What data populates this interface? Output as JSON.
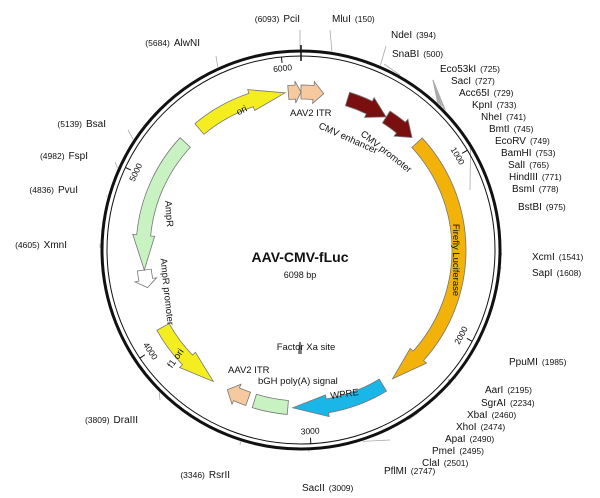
{
  "plasmid": {
    "name": "AAV-CMV-fLuc",
    "size_label": "6098 bp",
    "length": 6098
  },
  "colors": {
    "backbone": "#111111",
    "leader": "#aaaaaa"
  },
  "ticks": [
    {
      "pos": 6000,
      "label": "6000"
    },
    {
      "pos": 1000,
      "label": "1000"
    },
    {
      "pos": 2000,
      "label": "2000"
    },
    {
      "pos": 3000,
      "label": "3000"
    },
    {
      "pos": 4000,
      "label": "4000"
    },
    {
      "pos": 5000,
      "label": "5000"
    }
  ],
  "features": [
    {
      "name": "CMV enhancer",
      "label": "CMV enhancer",
      "start": 290,
      "end": 552,
      "direction": 1,
      "ring": 0,
      "shape": "arrow",
      "color": "#7a0f0f"
    },
    {
      "name": "CMV promoter",
      "label": "CMV promoter",
      "start": 553,
      "end": 756,
      "direction": 1,
      "ring": 0,
      "shape": "arrow",
      "color": "#7a0f0f"
    },
    {
      "name": "Firefly Luciferase",
      "label": "Firefly Luciferase",
      "start": 800,
      "end": 2450,
      "direction": 1,
      "ring": 0,
      "shape": "arrow",
      "color": "#f3b20a"
    },
    {
      "name": "WPRE",
      "label": "WPRE",
      "start": 2520,
      "end": 3100,
      "direction": 1,
      "ring": 0,
      "shape": "arrow",
      "color": "#1bb6e8"
    },
    {
      "name": "bGH poly(A) signal",
      "label": "bGH poly(A) signal",
      "start": 3130,
      "end": 3340,
      "direction": 1,
      "ring": 0,
      "shape": "box",
      "color": "#c9f2c2"
    },
    {
      "name": "AAV2 ITR right",
      "label": "AAV2 ITR",
      "start": 3380,
      "end": 3520,
      "direction": 1,
      "ring": 0,
      "shape": "arrow",
      "color": "#f7c99f"
    },
    {
      "name": "f1 ori",
      "label": "f1 ori",
      "start": 3620,
      "end": 4080,
      "direction": -1,
      "ring": 0,
      "shape": "arrow",
      "color": "#f4ee21"
    },
    {
      "name": "AmpR promoter",
      "label": "AmpR promoter",
      "start": 4340,
      "end": 4450,
      "direction": -1,
      "ring": 0,
      "shape": "arrow",
      "color": "#ffffff"
    },
    {
      "name": "AmpR",
      "label": "AmpR",
      "start": 4450,
      "end": 5300,
      "direction": -1,
      "ring": 0,
      "shape": "arrow",
      "color": "#c9f2c2"
    },
    {
      "name": "ori",
      "label": "ori",
      "start": 5420,
      "end": 6000,
      "direction": 1,
      "ring": 0,
      "shape": "arrow",
      "color": "#f4ee21"
    },
    {
      "name": "AAV2 ITR left",
      "label": "AAV2 ITR",
      "start": 6020,
      "end": 6098,
      "direction": 1,
      "ring": 0,
      "shape": "arrow",
      "color": "#f7c99f"
    },
    {
      "name": "AAV2 ITR left part 2",
      "label": "",
      "start": 0,
      "end": 140,
      "direction": 1,
      "ring": 0,
      "shape": "arrow",
      "color": "#f7c99f"
    }
  ],
  "feature_labels": [
    {
      "text": "AAV2 ITR",
      "feature": "AAV2 ITR left"
    },
    {
      "text": "CMV enhancer",
      "feature": "CMV enhancer"
    },
    {
      "text": "CMV promoter",
      "feature": "CMV promoter"
    },
    {
      "text": "Firefly Luciferase",
      "feature": "Firefly Luciferase"
    },
    {
      "text": "WPRE",
      "feature": "WPRE"
    },
    {
      "text": "bGH poly(A) signal",
      "feature": "bGH poly(A) signal"
    },
    {
      "text": "AAV2 ITR",
      "feature": "AAV2 ITR right"
    },
    {
      "text": "f1 ori",
      "feature": "f1 ori"
    },
    {
      "text": "AmpR promoter",
      "feature": "AmpR promoter"
    },
    {
      "text": "AmpR",
      "feature": "AmpR"
    },
    {
      "text": "ori",
      "feature": "ori"
    },
    {
      "text": "Factor Xa site",
      "feature": "Factor Xa site"
    }
  ],
  "sites": [
    {
      "name": "PciI",
      "pos": 6093,
      "pos_label": "(6093)"
    },
    {
      "name": "MluI",
      "pos": 150,
      "pos_label": "(150)"
    },
    {
      "name": "NdeI",
      "pos": 394,
      "pos_label": "(394)"
    },
    {
      "name": "SnaBI",
      "pos": 500,
      "pos_label": "(500)"
    },
    {
      "name": "Eco53kI",
      "pos": 725,
      "pos_label": "(725)"
    },
    {
      "name": "SacI",
      "pos": 727,
      "pos_label": "(727)"
    },
    {
      "name": "Acc65I",
      "pos": 729,
      "pos_label": "(729)"
    },
    {
      "name": "KpnI",
      "pos": 733,
      "pos_label": "(733)"
    },
    {
      "name": "NheI",
      "pos": 741,
      "pos_label": "(741)"
    },
    {
      "name": "BmtI",
      "pos": 745,
      "pos_label": "(745)"
    },
    {
      "name": "EcoRV",
      "pos": 749,
      "pos_label": "(749)"
    },
    {
      "name": "BamHI",
      "pos": 753,
      "pos_label": "(753)"
    },
    {
      "name": "SalI",
      "pos": 765,
      "pos_label": "(765)"
    },
    {
      "name": "HindIII",
      "pos": 771,
      "pos_label": "(771)"
    },
    {
      "name": "BsmI",
      "pos": 778,
      "pos_label": "(778)"
    },
    {
      "name": "BstBI",
      "pos": 975,
      "pos_label": "(975)"
    },
    {
      "name": "XcmI",
      "pos": 1541,
      "pos_label": "(1541)"
    },
    {
      "name": "SapI",
      "pos": 1608,
      "pos_label": "(1608)"
    },
    {
      "name": "PpuMI",
      "pos": 1985,
      "pos_label": "(1985)"
    },
    {
      "name": "AarI",
      "pos": 2195,
      "pos_label": "(2195)"
    },
    {
      "name": "SgrAI",
      "pos": 2234,
      "pos_label": "(2234)"
    },
    {
      "name": "XbaI",
      "pos": 2460,
      "pos_label": "(2460)"
    },
    {
      "name": "XhoI",
      "pos": 2474,
      "pos_label": "(2474)"
    },
    {
      "name": "ApaI",
      "pos": 2490,
      "pos_label": "(2490)"
    },
    {
      "name": "PmeI",
      "pos": 2495,
      "pos_label": "(2495)"
    },
    {
      "name": "ClaI",
      "pos": 2501,
      "pos_label": "(2501)"
    },
    {
      "name": "PflMI",
      "pos": 2747,
      "pos_label": "(2747)"
    },
    {
      "name": "SacII",
      "pos": 3009,
      "pos_label": "(3009)"
    },
    {
      "name": "RsrII",
      "pos": 3346,
      "pos_label": "(3346)"
    },
    {
      "name": "DraIII",
      "pos": 3809,
      "pos_label": "(3809)"
    },
    {
      "name": "XmnI",
      "pos": 4605,
      "pos_label": "(4605)"
    },
    {
      "name": "PvuI",
      "pos": 4836,
      "pos_label": "(4836)"
    },
    {
      "name": "FspI",
      "pos": 4982,
      "pos_label": "(4982)"
    },
    {
      "name": "BsaI",
      "pos": 5139,
      "pos_label": "(5139)"
    },
    {
      "name": "AlwNI",
      "pos": 5684,
      "pos_label": "(5684)"
    }
  ]
}
